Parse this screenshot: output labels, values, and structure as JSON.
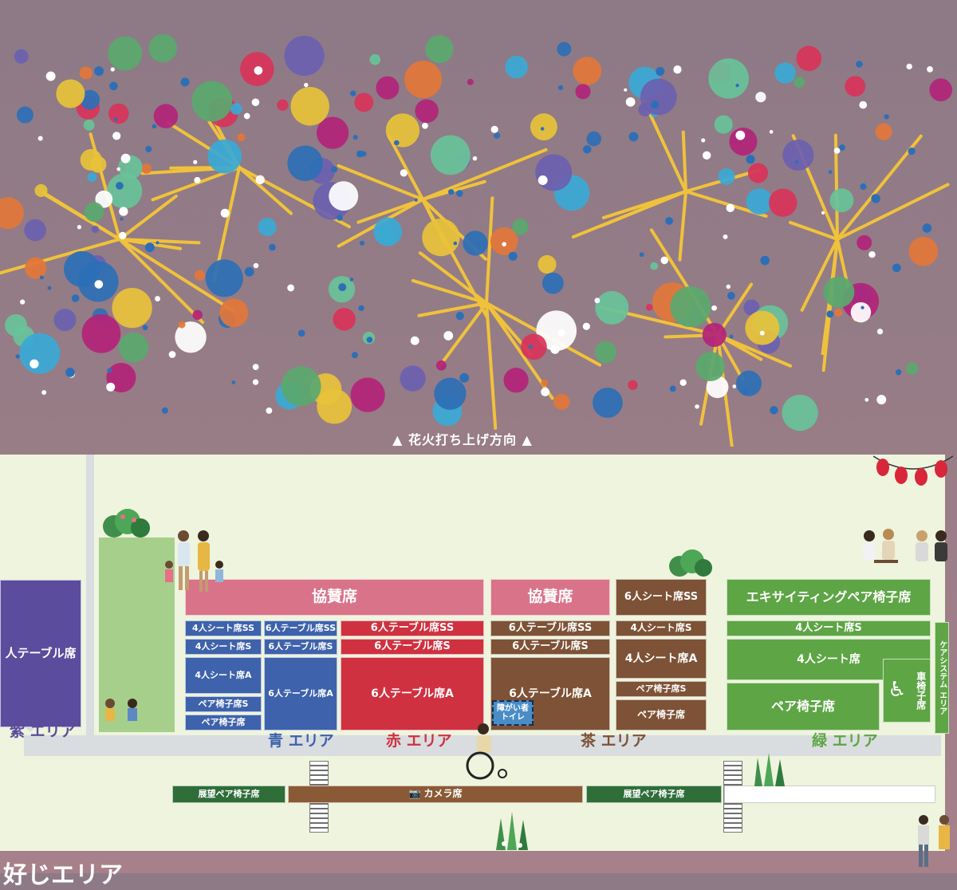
{
  "direction_label": "▲ 花火打ち上げ方向 ▲",
  "bottom_partial_label": "好じエリア",
  "areas": {
    "purple": {
      "label": "紫 エリア",
      "color": "#5c4c9d",
      "table_label": "人テーブル席"
    },
    "blue": {
      "label": "青 エリア",
      "color": "#3e62ab"
    },
    "red": {
      "label": "赤 エリア",
      "color": "#cf3140"
    },
    "brown": {
      "label": "茶 エリア",
      "color": "#7d5236"
    },
    "green": {
      "label": "緑 エリア",
      "color": "#5ea545"
    }
  },
  "sponsor": {
    "left": "協賛席",
    "right": "協賛席"
  },
  "blue_seats": [
    "4人シート席SS",
    "4人シート席S",
    "4人シート席A",
    "ペア椅子席S",
    "ペア椅子席"
  ],
  "blue_tables": [
    "6人テーブル席SS",
    "6人テーブル席S",
    "6人テーブル席A"
  ],
  "red_seats": [
    "6人テーブル席SS",
    "6人テーブル席S",
    "6人テーブル席A"
  ],
  "brown_left": [
    "6人テーブル席SS",
    "6人テーブル席S",
    "6人テーブル席A"
  ],
  "accessible_toilet": "障がい者 トイレ",
  "brown_right": [
    "6人シート席SS",
    "4人シート席S",
    "4人シート席A",
    "ペア椅子席S",
    "ペア椅子席"
  ],
  "green_seats": {
    "exciting": "エキサイティングペア椅子席",
    "sheet_s": "4人シート席S",
    "sheet": "4人シート席",
    "pair": "ペア椅子席",
    "wheelchair": "車椅子席",
    "care": "ケアシステム エリア"
  },
  "bottom_row": {
    "view_left": "展望ペア椅子席",
    "camera": "カメラ席",
    "view_right": "展望ペア椅子席"
  },
  "colors": {
    "sponsor": "#d9738a",
    "camera": "#8a5a36",
    "view": "#2f6d39"
  }
}
